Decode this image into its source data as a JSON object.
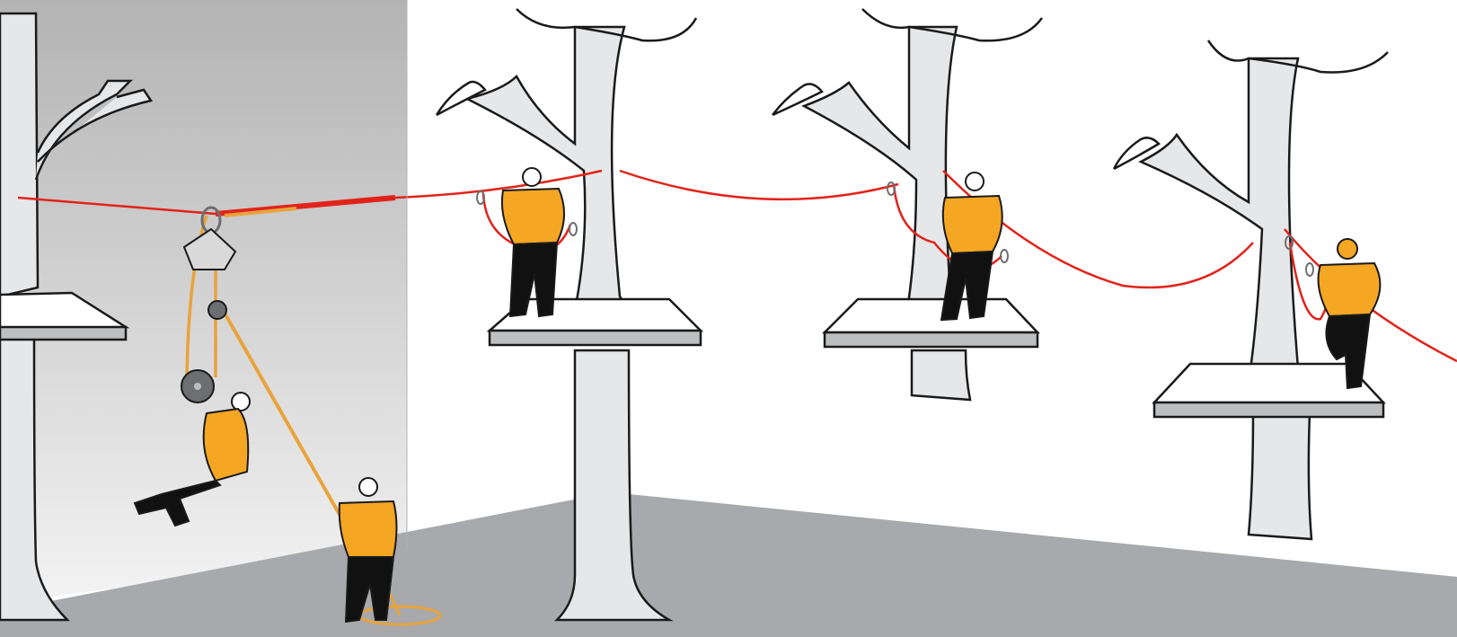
{
  "figure": {
    "caption_text": ""
  },
  "colors": {
    "background_white": "#ffffff",
    "panel_gray_top": "#b3b3b3",
    "panel_gray_bottom": "#f7f7f7",
    "ground_gray": "#a7a9ac",
    "tree_fill": "#e6e7e8",
    "outline": "#1a1a1a",
    "platform_side": "#bcbec0",
    "lifeline_red": "#e2231a",
    "jacket_orange": "#f5a623",
    "rope_orange": "#e8a33c",
    "pulley_gray": "#6d6e71",
    "pants_black": "#111111"
  },
  "scene": {
    "panels": [
      {
        "id": "rescue",
        "description_icon": "pulley-rescue-icon"
      },
      {
        "id": "course"
      }
    ],
    "trees": [
      "tree-left-rescue",
      "tree-2",
      "tree-3",
      "tree-4"
    ],
    "platforms": [
      "platform-1",
      "platform-2",
      "platform-3",
      "platform-4"
    ],
    "people": [
      "person-suspended-casualty",
      "person-ground-rescuer",
      "person-platform-2",
      "person-platform-3",
      "person-platform-4"
    ]
  }
}
